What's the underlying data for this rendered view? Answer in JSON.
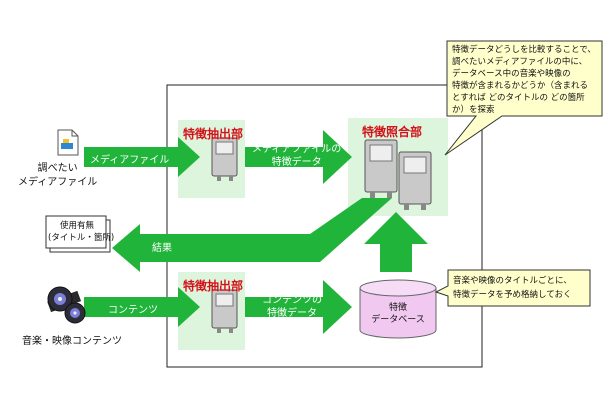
{
  "extractor_top": {
    "title": "特徴抽出部"
  },
  "extractor_bottom": {
    "title": "特徴抽出部"
  },
  "matcher": {
    "title": "特徴照合部"
  },
  "arrows": {
    "media_file": "メディアファイル",
    "media_feature": "メディアファイルの\n特徴データ",
    "result": "結果",
    "content": "コンテンツ",
    "content_feature": "コンテンツの\n特徴データ"
  },
  "inputs": {
    "media_file_label": "調べたい\nメディアファイル",
    "content_label": "音楽・映像コンテンツ"
  },
  "output": {
    "label": "使用有無\n(タイトル・箇所)"
  },
  "database": {
    "label": "特徴\nデータベース"
  },
  "callouts": {
    "top": "特徴データどうしを比較することで、\n調べたいメディアファイルの中に、\nデータベース中の音楽や映像の\n特徴が含まれるかどうか（含まれる\nとすれば どのタイトルの どの箇所\nか）を探索",
    "bottom": "音楽や映像のタイトルごとに、\n特徴データを予め格納しておく"
  },
  "colors": {
    "arrow_green": "#21b43a",
    "panel_green": "#ddf5dd",
    "title_red": "#d3131b",
    "callout_fill": "#ffffcc",
    "database_fill": "#f0c8f0"
  }
}
